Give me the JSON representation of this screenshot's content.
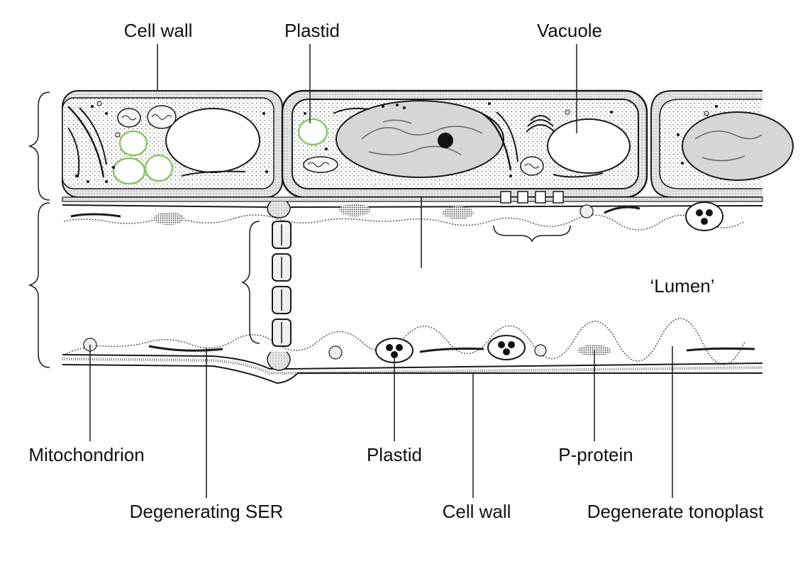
{
  "labels": {
    "cell_wall_top": "Cell wall",
    "plastid_top": "Plastid",
    "vacuole": "Vacuole",
    "lumen": "‘Lumen’",
    "mitochondrion": "Mitochondrion",
    "plastid_bottom": "Plastid",
    "p_protein": "P-protein",
    "degenerating_ser": "Degenerating SER",
    "cell_wall_bottom": "Cell wall",
    "degenerate_tonoplast": "Degenerate tonoplast"
  },
  "colors": {
    "plastid_green": "#8ec46a",
    "cytoplasm_stipple": "#c8c8c8",
    "outline": "#1a1a1a"
  }
}
